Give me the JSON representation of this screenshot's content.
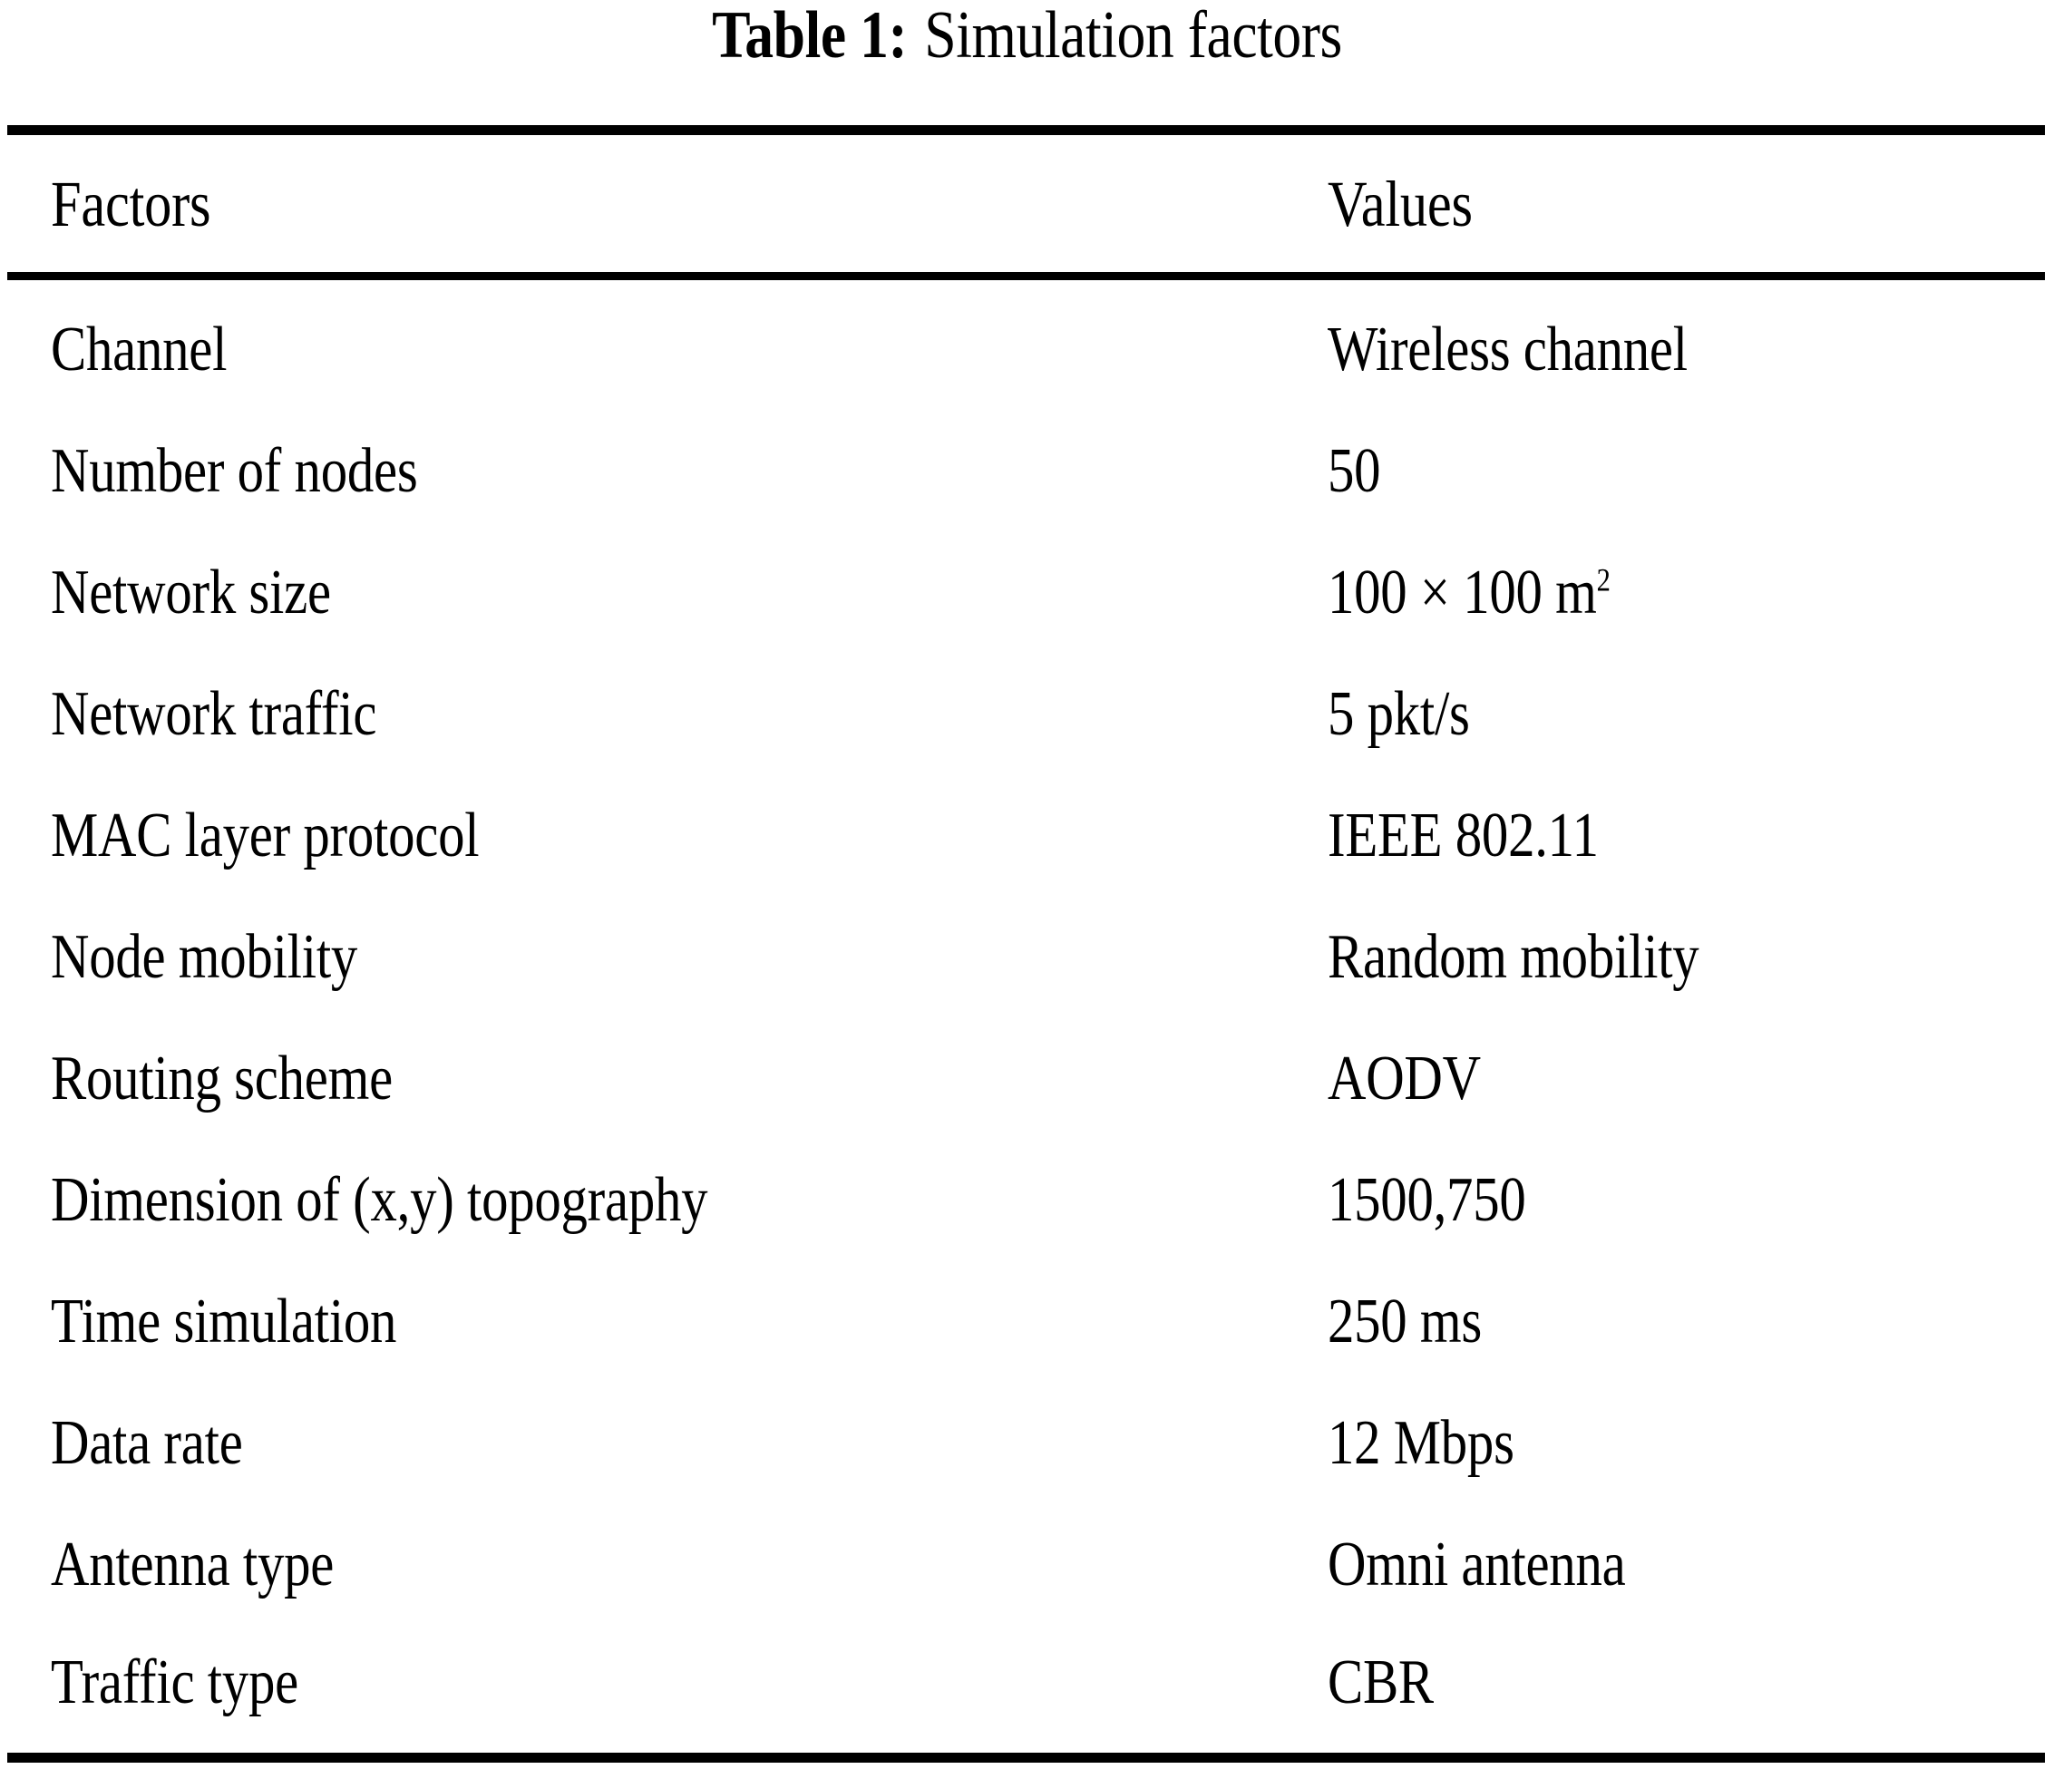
{
  "caption": {
    "label": "Table 1:",
    "text": "Simulation factors"
  },
  "table": {
    "columns": {
      "factor_header": "Factors",
      "value_header": "Values"
    },
    "rows": [
      {
        "factor": "Channel",
        "value": "Wireless channel"
      },
      {
        "factor": "Number of nodes",
        "value": "50"
      },
      {
        "factor": "Network size",
        "value": "100 × 100 m",
        "value_sup": "2"
      },
      {
        "factor": "Network traffic",
        "value": "5 pkt/s"
      },
      {
        "factor": "MAC layer protocol",
        "value": "IEEE 802.11"
      },
      {
        "factor": "Node mobility",
        "value": "Random mobility"
      },
      {
        "factor": "Routing scheme",
        "value": "AODV"
      },
      {
        "factor": "Dimension of (x,y) topography",
        "value": "1500,750"
      },
      {
        "factor": "Time simulation",
        "value": "250 ms"
      },
      {
        "factor": "Data rate",
        "value": "12 Mbps"
      },
      {
        "factor": "Antenna type",
        "value": "Omni antenna"
      },
      {
        "factor": "Traffic type",
        "value": "CBR"
      }
    ]
  },
  "style": {
    "text_color": "#000000",
    "background_color": "#ffffff",
    "rule_color": "#000000"
  }
}
